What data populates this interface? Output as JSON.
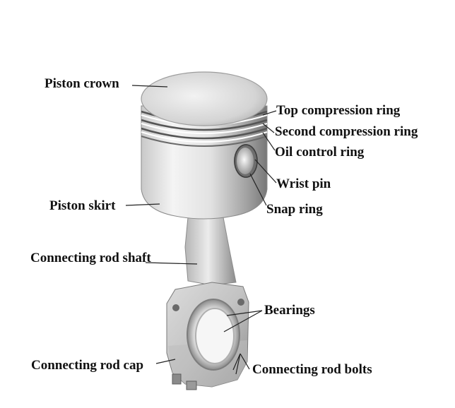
{
  "labels": {
    "piston_crown": "Piston crown",
    "top_compression_ring": "Top compression ring",
    "second_compression_ring": "Second compression ring",
    "oil_control_ring": "Oil control ring",
    "wrist_pin": "Wrist pin",
    "snap_ring": "Snap ring",
    "piston_skirt": "Piston skirt",
    "connecting_rod_shaft": "Connecting rod shaft",
    "bearings": "Bearings",
    "connecting_rod_cap": "Connecting rod cap",
    "connecting_rod_bolts": "Connecting rod bolts"
  }
}
